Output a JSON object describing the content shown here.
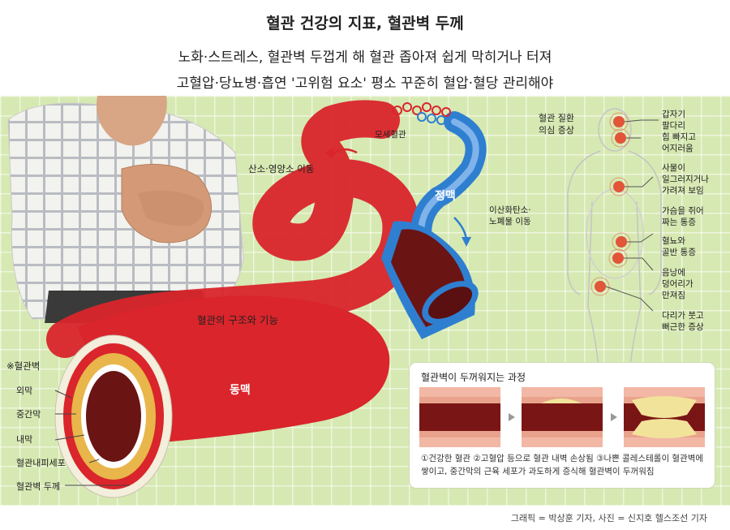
{
  "header": {
    "title": "혈관 건강의 지표, 혈관벽 두께",
    "subtitle1": "노화·스트레스, 혈관벽 두껍게 해 혈관 좁아져 쉽게 막히거나 터져",
    "subtitle2": "고혈압·당뇨병·흡연 '고위험 요소' 평소 꾸준히 혈압·혈당 관리해야"
  },
  "diagram": {
    "capillary_label": "모세혈관",
    "nutrient_label": "산소·영양소 이동",
    "vein_label": "정맥",
    "co2_label_line1": "이산화탄소·",
    "co2_label_line2": "노폐물 이동",
    "structure_label": "혈관의 구조와 기능",
    "artery_label": "동맥"
  },
  "wall": {
    "title": "※혈관벽",
    "layers": [
      "외막",
      "중간막",
      "내막",
      "혈관내피세포",
      "혈관벽 두께"
    ]
  },
  "symptoms": {
    "title_line1": "혈관 질환",
    "title_line2": "의심 증상",
    "items": [
      [
        "갑자기",
        "팔다리",
        "힘 빠지고",
        "어지러움"
      ],
      [
        "사물이",
        "일그러지거나",
        "가려져 보임"
      ],
      [
        "가슴을 쥐어",
        "짜는 통증"
      ],
      [
        "혈뇨와",
        "골반 통증"
      ],
      [
        "음낭에",
        "덩어리가",
        "만져짐"
      ],
      [
        "다리가 붓고",
        "뻐근한 증상"
      ]
    ]
  },
  "process": {
    "title": "혈관벽이 두꺼워지는 과정",
    "caption_line1": "①건강한 혈관  ②고혈압 등으로 혈관 내벽 손상됨  ③나쁜 콜레스테롤이 혈관벽에",
    "caption_line2": "쌓이고, 중간막의 근육 세포가 과도하게 증식해 혈관벽이 두꺼워짐"
  },
  "credit": "그래픽 = 박상훈 기자, 사진 = 신지호 헬스조선 기자",
  "colors": {
    "artery": "#d9252b",
    "artery_dark": "#8b1a1a",
    "vein": "#2f7fd1",
    "grid_bg": "#d6e9b2",
    "wall_yellow": "#e8b64a",
    "plaque": "#f2e39a"
  }
}
